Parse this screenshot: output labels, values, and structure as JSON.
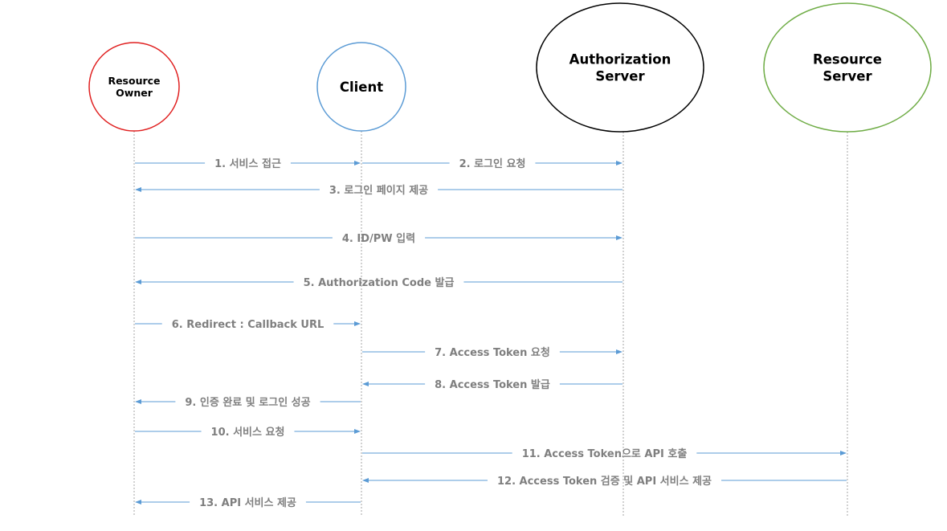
{
  "actors": [
    {
      "id": "owner",
      "lines": [
        "Resource",
        "Owner"
      ],
      "color": "#e02020"
    },
    {
      "id": "client",
      "lines": [
        "Client"
      ],
      "color": "#5b9bd5"
    },
    {
      "id": "auth",
      "lines": [
        "Authorization",
        "Server"
      ],
      "color": "#000000"
    },
    {
      "id": "resource",
      "lines": [
        "Resource",
        "Server"
      ],
      "color": "#70ad47"
    }
  ],
  "messages": [
    {
      "from": "owner",
      "to": "client",
      "label": "1. 서비스 접근"
    },
    {
      "from": "client",
      "to": "auth",
      "label": "2. 로그인 요청"
    },
    {
      "from": "auth",
      "to": "owner",
      "label": "3. 로그인 페이지 제공"
    },
    {
      "from": "owner",
      "to": "auth",
      "label": "4. ID/PW 입력"
    },
    {
      "from": "auth",
      "to": "owner",
      "label": "5. Authorization Code 발급"
    },
    {
      "from": "owner",
      "to": "client",
      "label": "6. Redirect : Callback URL"
    },
    {
      "from": "client",
      "to": "auth",
      "label": "7. Access Token 요청"
    },
    {
      "from": "auth",
      "to": "client",
      "label": "8. Access Token 발급"
    },
    {
      "from": "client",
      "to": "owner",
      "label": "9. 인증 완료 및 로그인 성공"
    },
    {
      "from": "owner",
      "to": "client",
      "label": "10. 서비스 요청"
    },
    {
      "from": "client",
      "to": "resource",
      "label": "11. Access Token으로 API 호출"
    },
    {
      "from": "resource",
      "to": "client",
      "label": "12. Access Token 검증 및 API 서비스 제공"
    },
    {
      "from": "client",
      "to": "owner",
      "label": "13. API 서비스 제공"
    }
  ],
  "colors": {
    "arrow": "#5b9bd5",
    "lifeline": "#a6a6a6",
    "label": "#7f7f7f"
  }
}
